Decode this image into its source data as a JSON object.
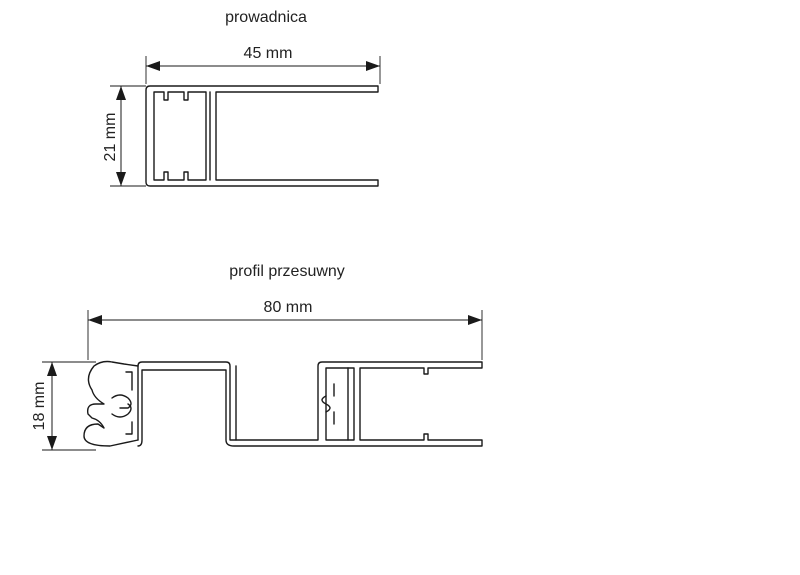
{
  "guide": {
    "title": "prowadnica",
    "width_label": "45 mm",
    "height_label": "21 mm"
  },
  "slider": {
    "title": "profil przesuwny",
    "width_label": "80 mm",
    "height_label": "18 mm"
  }
}
